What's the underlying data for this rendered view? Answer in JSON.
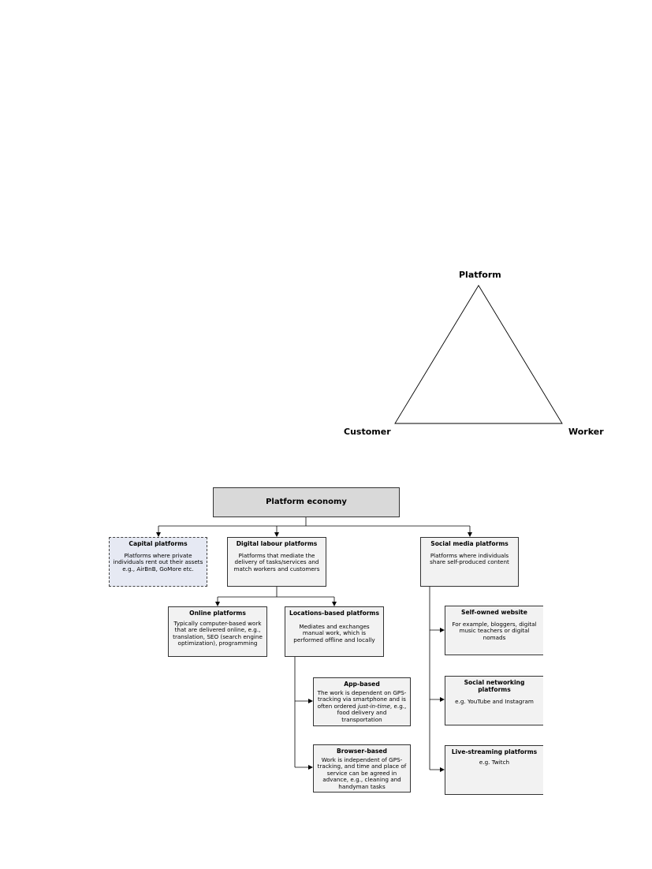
{
  "triangle": {
    "top": "Platform",
    "left": "Customer",
    "right": "Worker"
  },
  "tree": {
    "root": "Platform economy",
    "capital": {
      "title": "Capital platforms",
      "desc": "Platforms where private individuals rent out their assets e.g., AirBnB, GoMore etc."
    },
    "digital": {
      "title": "Digital labour platforms",
      "desc": "Platforms that mediate the delivery of tasks/services and match workers and customers"
    },
    "social": {
      "title": "Social media platforms",
      "desc": "Platforms where individuals share self-produced content"
    },
    "online": {
      "title": "Online platforms",
      "desc": "Typically computer-based work that are delivered online, e.g., translation, SEO (search engine optimization), programming"
    },
    "location": {
      "title": "Locations-based platforms",
      "desc": "Mediates and exchanges manual work, which is performed offline and locally"
    },
    "app": {
      "title": "App-based",
      "desc_a": "The work is dependent on GPS-tracking via smartphone and is often ordered ",
      "desc_em": "just-in-time",
      "desc_b": ", e.g., food delivery and transportation"
    },
    "browser": {
      "title": "Browser-based",
      "desc": "Work is independent of GPS-tracking, and time and place of service can be agreed in advance, e.g., cleaning and handyman tasks"
    },
    "selfowned": {
      "title": "Self-owned website",
      "desc": "For example, bloggers, digital music teachers or digital nomads"
    },
    "networking": {
      "title": "Social networking platforms",
      "desc": "e.g. YouTube and Instagram"
    },
    "streaming": {
      "title": "Live-streaming platforms",
      "desc": "e.g. Twitch"
    }
  }
}
